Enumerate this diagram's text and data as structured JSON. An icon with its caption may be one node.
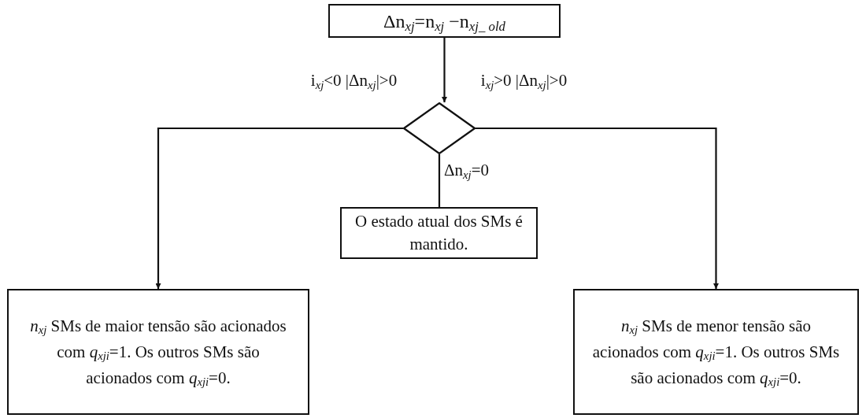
{
  "diagram": {
    "nodes": [
      {
        "text": [
          "Δn$_{xj}$=n$_{xj}$ −n$_{xj_ old}$"
        ]
      },
      {
        "text": [],
        "shape": "diamond"
      },
      {
        "text": [
          "O estado atual dos SMs é mantido."
        ]
      },
      {
        "text": [
          "*n*$_{xj}$ SMs de maior tensão são acionados com *q*$_{xji}$=1. Os outros SMs são acionados com *q*$_{xji}$=0."
        ]
      },
      {
        "text": [
          "*n*$_{xj}$ SMs de menor tensão são acionados com *q*$_{xji}$=1. Os outros SMs são acionados com *q*$_{xji}$=0."
        ]
      }
    ],
    "edges": [
      {
        "from": 0,
        "to": 1,
        "arrow": "to"
      },
      {
        "from": 1,
        "to": 3,
        "arrow": "to",
        "label": "i$_{xj}$<0 |Δn$_{xj}$|>0"
      },
      {
        "from": 1,
        "to": 4,
        "arrow": "to",
        "label": "i$_{xj}$>0 |Δn$_{xj}$|>0"
      },
      {
        "from": 1,
        "to": 2,
        "arrow": "none",
        "label": "Δn$_{xj}$=0"
      }
    ]
  }
}
